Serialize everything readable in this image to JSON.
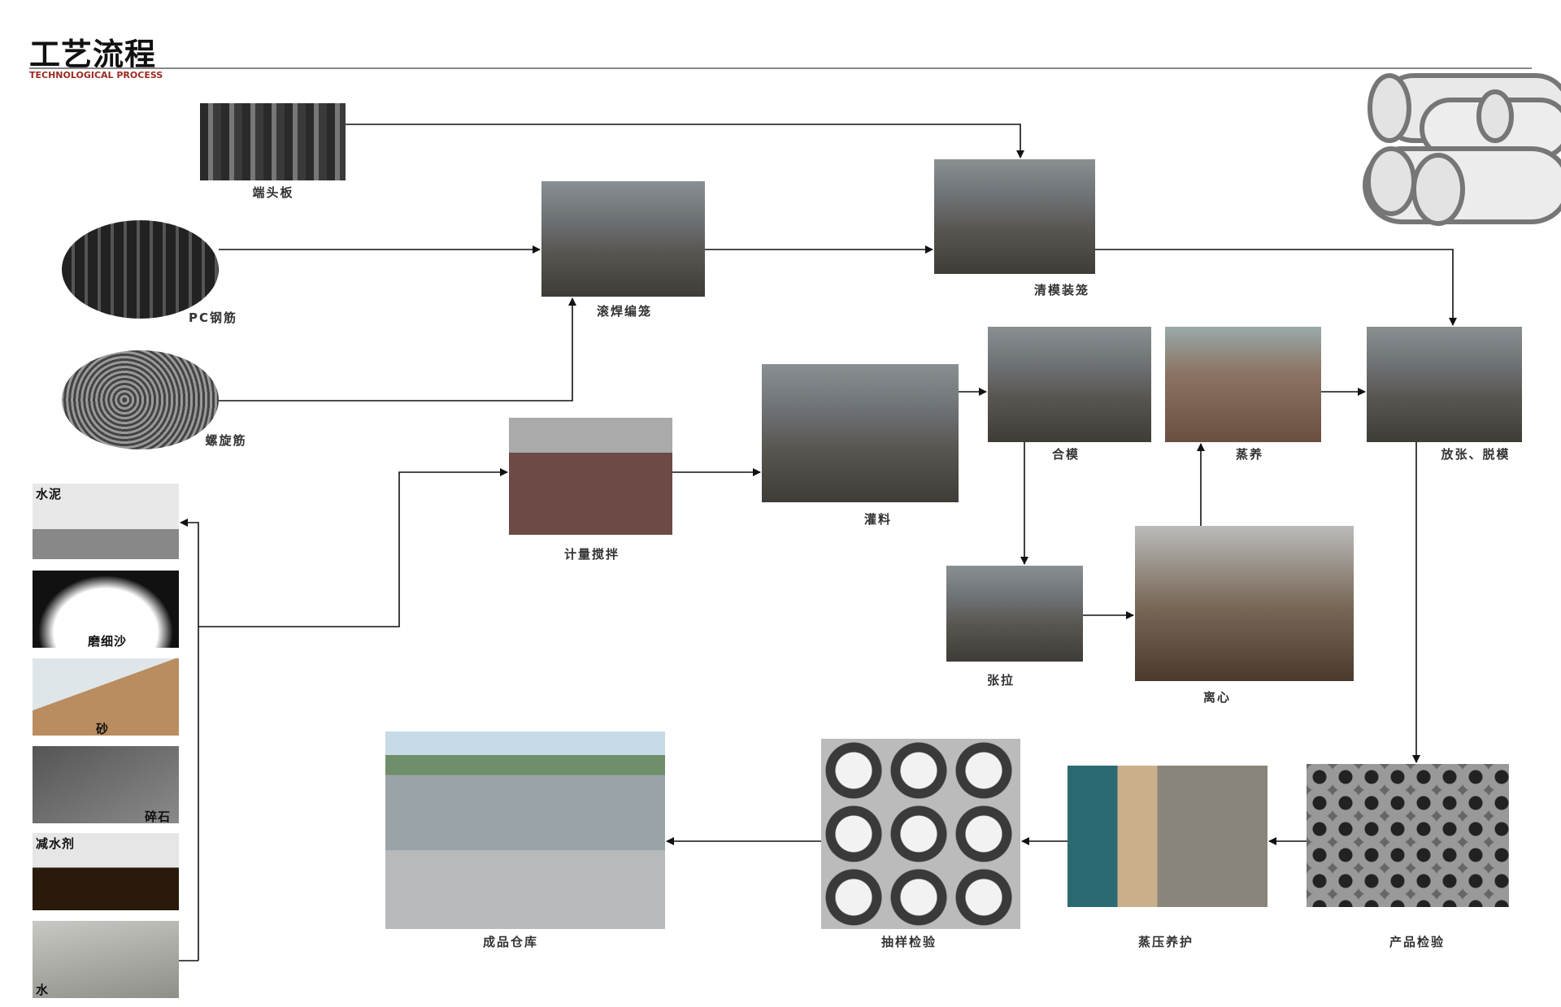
{
  "header": {
    "title": "工艺流程",
    "subtitle": "TECHNOLOGICAL PROCESS"
  },
  "steps": {
    "end_plate": "端头板",
    "pc_steel": "PC钢筋",
    "spiral": "螺旋筋",
    "roll_weld": "滚焊编笼",
    "mold_clean": "清模装笼",
    "metering": "计量搅拌",
    "pouring": "灌料",
    "mold_close": "合模",
    "steam_cure": "蒸养",
    "release": "放张、脱模",
    "tension": "张拉",
    "centrifuge": "离心",
    "product_check": "产品检验",
    "autoclave": "蒸压养护",
    "sample_check": "抽样检验",
    "warehouse": "成品仓库"
  },
  "materials": [
    "水泥",
    "磨细沙",
    "砂",
    "碎石",
    "减水剂",
    "水"
  ],
  "colors": {
    "accent": "#9b2a22",
    "arrow": "#111111"
  }
}
